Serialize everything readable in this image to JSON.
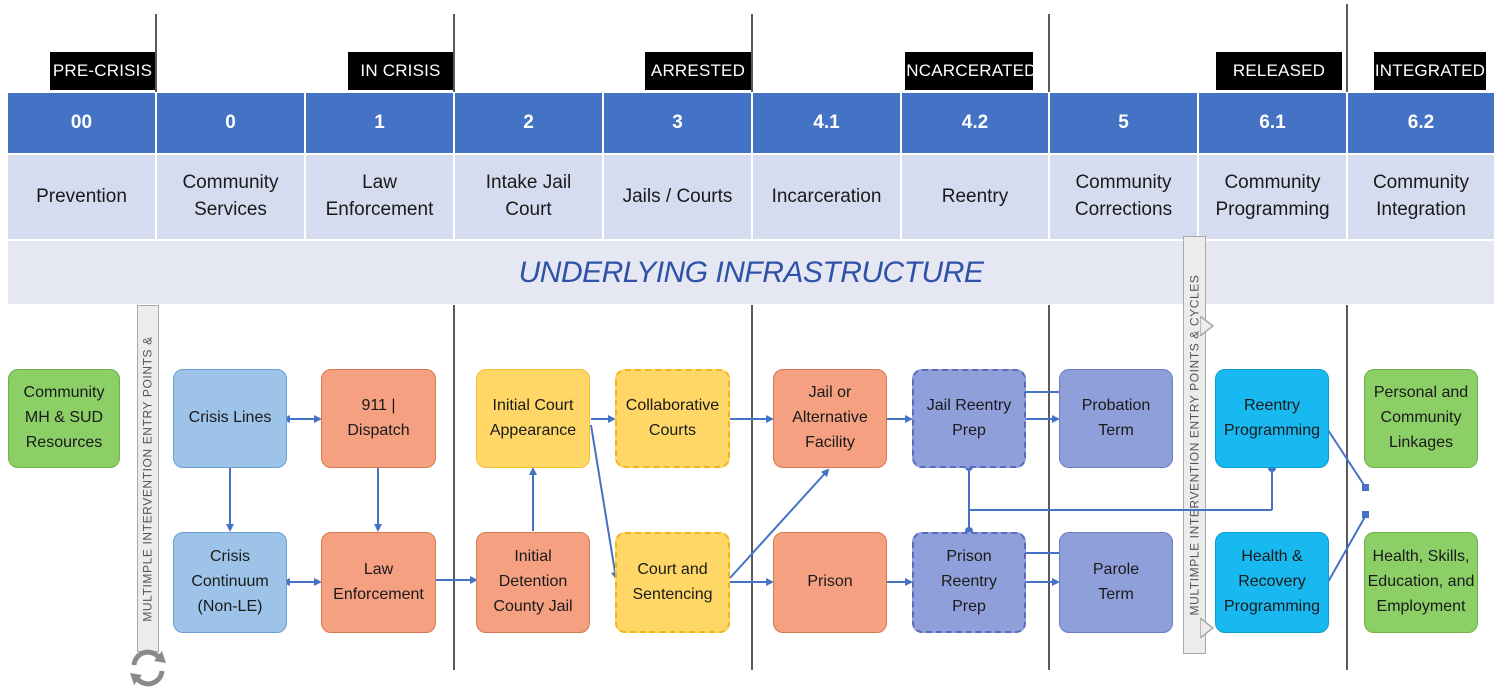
{
  "stage_tags": [
    "PRE-CRISIS",
    "IN CRISIS",
    "ARRESTED",
    "INCARCERATED",
    "RELEASED",
    "INTEGRATED"
  ],
  "intercepts": [
    {
      "num": "00",
      "name": "Prevention"
    },
    {
      "num": "0",
      "name": "Community\nServices"
    },
    {
      "num": "1",
      "name": "Law\nEnforcement"
    },
    {
      "num": "2",
      "name": "Intake Jail\nCourt"
    },
    {
      "num": "3",
      "name": "Jails / Courts"
    },
    {
      "num": "4.1",
      "name": "Incarceration"
    },
    {
      "num": "4.2",
      "name": "Reentry"
    },
    {
      "num": "5",
      "name": "Community\nCorrections"
    },
    {
      "num": "6.1",
      "name": "Community\nProgramming"
    },
    {
      "num": "6.2",
      "name": "Community\nIntegration"
    }
  ],
  "infrastructure_label": "UNDERLYING INFRASTRUCTURE",
  "side_labels": {
    "left": "MULTIMPLE INTERVENTION ENTRY POINTS &",
    "right": "MULTIMPLE INTERVENTION ENTRY POINTS & CYCLES"
  },
  "nodes": {
    "community_resources": "Community\nMH & SUD\nResources",
    "crisis_lines": "Crisis Lines",
    "dispatch": "911 |\nDispatch",
    "crisis_continuum": "Crisis\nContinuum\n(Non-LE)",
    "law_enforcement": "Law\nEnforcement",
    "initial_court": "Initial Court\nAppearance",
    "initial_detention": "Initial\nDetention\nCounty Jail",
    "collaborative_courts": "Collaborative\nCourts",
    "court_sentencing": "Court and\nSentencing",
    "jail_alternative": "Jail or\nAlternative\nFacility",
    "prison": "Prison",
    "jail_reentry": "Jail Reentry\nPrep",
    "prison_reentry": "Prison\nReentry\nPrep",
    "probation": "Probation\nTerm",
    "parole": "Parole\nTerm",
    "reentry_programming": "Reentry\nProgramming",
    "health_recovery": "Health &\nRecovery\nProgramming",
    "personal_linkages": "Personal and\nCommunity\nLinkages",
    "health_skills": "Health, Skills,\nEducation, and\nEmployment"
  },
  "colors": {
    "header_blue": "#4472c4",
    "name_row": "#d6dcef",
    "arrow": "#4472c4",
    "green": "#8bcf66",
    "blue": "#9dc3e9",
    "orange": "#f4a081",
    "yellow": "#ffd767",
    "periwinkle": "#8f9fd9",
    "cyan": "#18b8f0"
  }
}
